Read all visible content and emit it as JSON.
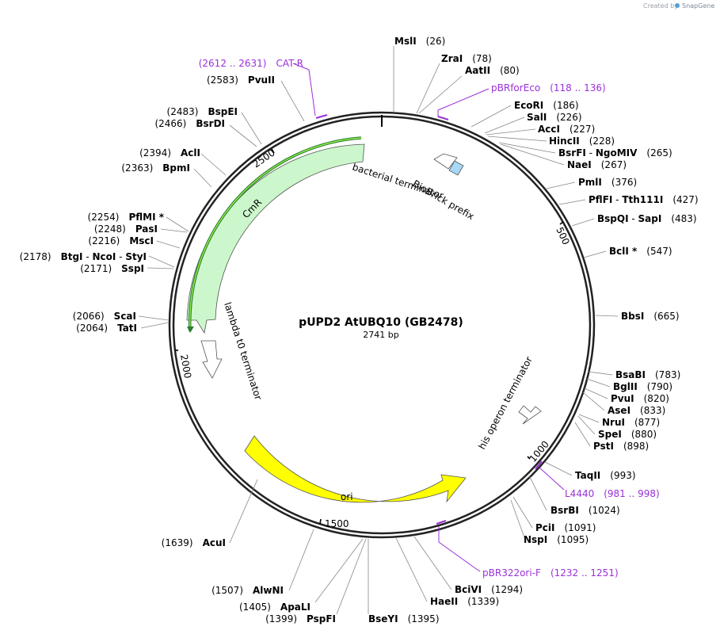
{
  "credit": {
    "prefix": "Created by",
    "brand": "SnapGene"
  },
  "plasmid": {
    "name": "pUPD2 AtUBQ10 (GB2478)",
    "length_label": "2741 bp",
    "length": 2741
  },
  "ticks": [
    "500",
    "1000",
    "1500",
    "2000",
    "2500"
  ],
  "sites": [
    {
      "name": "MslI",
      "pos": "(26)"
    },
    {
      "name": "ZraI",
      "pos": "(78)"
    },
    {
      "name": "AatII",
      "pos": "(80)"
    },
    {
      "name": "EcoRI",
      "pos": "(186)"
    },
    {
      "name": "SalI",
      "pos": "(226)"
    },
    {
      "name": "AccI",
      "pos": "(227)"
    },
    {
      "name": "HincII",
      "pos": "(228)"
    },
    {
      "name": "BsrFI",
      "sep": " - ",
      "name2": "NgoMIV",
      "pos": "(265)"
    },
    {
      "name": "NaeI",
      "pos": "(267)"
    },
    {
      "name": "PmlI",
      "pos": "(376)"
    },
    {
      "name": "PflFI",
      "sep": " - ",
      "name2": "Tth111I",
      "pos": "(427)"
    },
    {
      "name": "BspQI",
      "sep": " - ",
      "name2": "SapI",
      "pos": "(483)"
    },
    {
      "name": "BclI *",
      "pos": "(547)"
    },
    {
      "name": "BbsI",
      "pos": "(665)"
    },
    {
      "name": "BsaBI",
      "pos": "(783)"
    },
    {
      "name": "BglII",
      "pos": "(790)"
    },
    {
      "name": "PvuI",
      "pos": "(820)"
    },
    {
      "name": "AseI",
      "pos": "(833)"
    },
    {
      "name": "NruI",
      "pos": "(877)"
    },
    {
      "name": "SpeI",
      "pos": "(880)"
    },
    {
      "name": "PstI",
      "pos": "(898)"
    },
    {
      "name": "TaqII",
      "pos": "(993)"
    },
    {
      "name": "BsrBI",
      "pos": "(1024)"
    },
    {
      "name": "PciI",
      "pos": "(1091)"
    },
    {
      "name": "NspI",
      "pos": "(1095)"
    },
    {
      "name": "BciVI",
      "pos": "(1294)"
    },
    {
      "name": "HaeII",
      "pos": "(1339)"
    },
    {
      "name": "BseYI",
      "pos": "(1395)"
    },
    {
      "name": "PspFI",
      "pos": "(1399)"
    },
    {
      "name": "ApaLI",
      "pos": "(1405)"
    },
    {
      "name": "AlwNI",
      "pos": "(1507)"
    },
    {
      "name": "AcuI",
      "pos": "(1639)"
    },
    {
      "name": "TatI",
      "pos": "(2064)"
    },
    {
      "name": "ScaI",
      "pos": "(2066)"
    },
    {
      "name": "SspI",
      "pos": "(2171)"
    },
    {
      "name": "BtgI",
      "sep": " - ",
      "name2": "NcoI",
      "sep2": " - ",
      "name3": "StyI",
      "pos": "(2178)"
    },
    {
      "name": "MscI",
      "pos": "(2216)"
    },
    {
      "name": "PasI",
      "pos": "(2248)"
    },
    {
      "name": "PflMI *",
      "pos": "(2254)"
    },
    {
      "name": "BpmI",
      "pos": "(2363)"
    },
    {
      "name": "AclI",
      "pos": "(2394)"
    },
    {
      "name": "BsrDI",
      "pos": "(2466)"
    },
    {
      "name": "BspEI",
      "pos": "(2483)"
    },
    {
      "name": "PvuII",
      "pos": "(2583)"
    }
  ],
  "primers": [
    {
      "name": "CAT-R",
      "range": "(2612 .. 2631)"
    },
    {
      "name": "pBRforEco",
      "range": "(118 .. 136)"
    },
    {
      "name": "L4440",
      "range": "(981 .. 998)"
    },
    {
      "name": "pBR322ori-F",
      "range": "(1232 .. 1251)"
    }
  ],
  "features": [
    {
      "name": "CmR",
      "color": "#ccf7cc"
    },
    {
      "name": "ori",
      "color": "#ffff00"
    },
    {
      "name": "bacterial terminator",
      "color": "#ffffff"
    },
    {
      "name": "BioBrick prefix",
      "color": "#a8d8f8"
    },
    {
      "name": "lambda t0 terminator",
      "color": "#ffffff"
    },
    {
      "name": "his operon terminator",
      "color": "#ffffff"
    }
  ],
  "colors": {
    "primer": "#9b30d9",
    "cds_outline": "#2e7d32",
    "backbone": "#222222"
  }
}
